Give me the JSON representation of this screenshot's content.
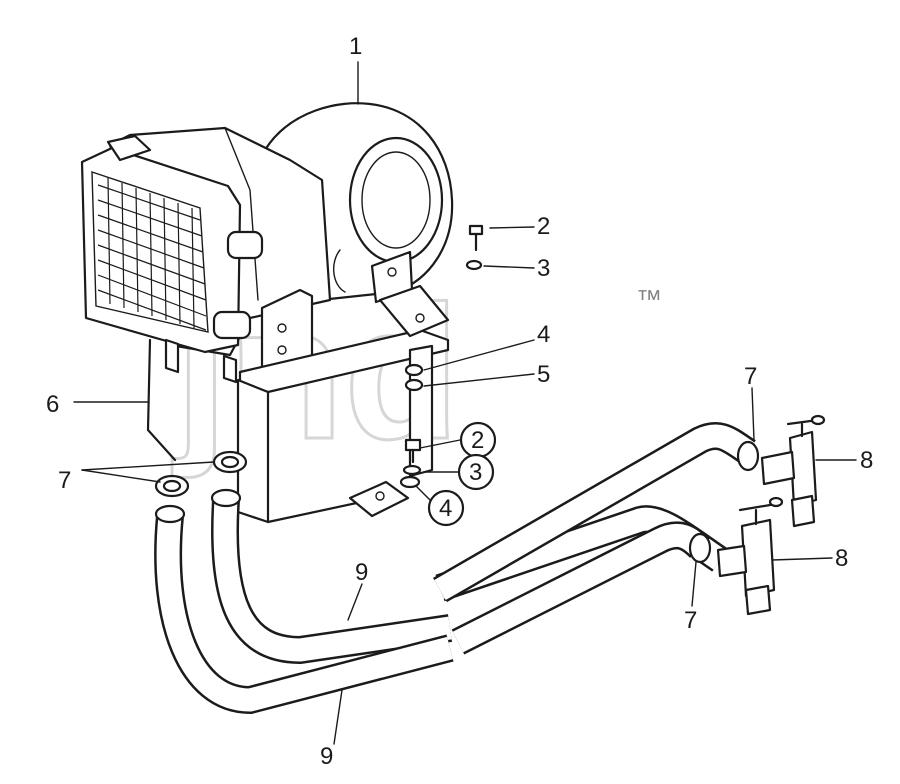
{
  "watermark": {
    "text": "jnd",
    "trademark": "™"
  },
  "callouts": [
    {
      "id": "c1",
      "number": "1",
      "circled": false
    },
    {
      "id": "c2a",
      "number": "2",
      "circled": false
    },
    {
      "id": "c3a",
      "number": "3",
      "circled": false
    },
    {
      "id": "c4a",
      "number": "4",
      "circled": false
    },
    {
      "id": "c5",
      "number": "5",
      "circled": false
    },
    {
      "id": "c6",
      "number": "6",
      "circled": false
    },
    {
      "id": "c7a",
      "number": "7",
      "circled": false
    },
    {
      "id": "c7b",
      "number": "7",
      "circled": false
    },
    {
      "id": "c7c",
      "number": "7",
      "circled": false
    },
    {
      "id": "c8a",
      "number": "8",
      "circled": false
    },
    {
      "id": "c8b",
      "number": "8",
      "circled": false
    },
    {
      "id": "c9a",
      "number": "9",
      "circled": false
    },
    {
      "id": "c9b",
      "number": "9",
      "circled": false
    },
    {
      "id": "c2b",
      "number": "2",
      "circled": true
    },
    {
      "id": "c3b",
      "number": "3",
      "circled": true
    },
    {
      "id": "c4b",
      "number": "4",
      "circled": true
    }
  ]
}
